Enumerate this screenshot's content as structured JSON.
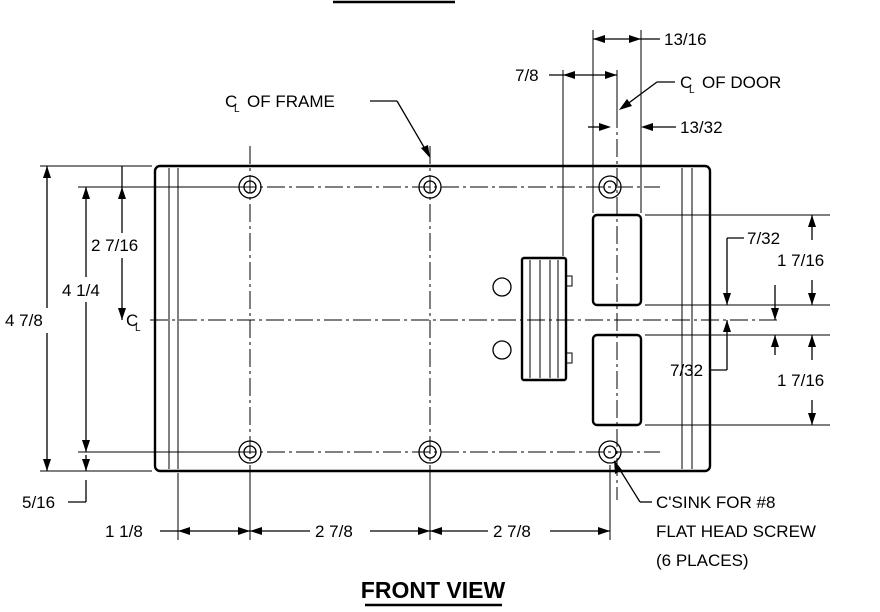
{
  "title": "FRONT VIEW",
  "annotations": {
    "cl_frame": "OF FRAME",
    "cl_door": "OF DOOR",
    "csink_line1": "C'SINK FOR #8",
    "csink_line2": "FLAT HEAD SCREW",
    "csink_line3": "(6 PLACES)"
  },
  "dimensions": {
    "door_width": "13/16",
    "door_offset": "7/8",
    "door_half": "13/32",
    "upper_gap": "7/32",
    "upper_slot": "1 7/16",
    "lower_gap": "7/32",
    "lower_slot": "1 7/16",
    "hole_to_cl": "2 7/16",
    "hole_spacing_v": "4 1/4",
    "overall_height": "4 7/8",
    "bottom_edge": "5/16",
    "left_edge": "1 1/8",
    "hole_spacing_h1": "2 7/8",
    "hole_spacing_h2": "2 7/8"
  }
}
